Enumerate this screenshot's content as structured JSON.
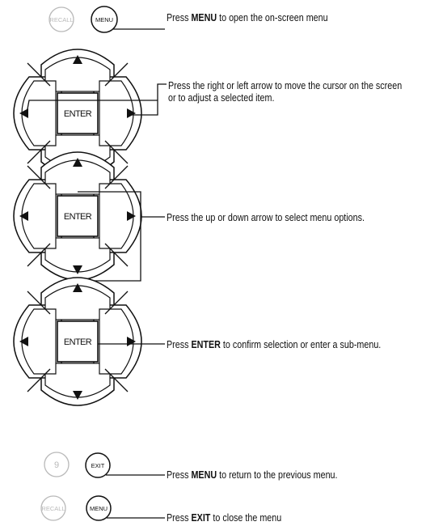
{
  "buttons": {
    "recall": "RECALL",
    "menu": "MENU",
    "enter": "ENTER",
    "exit": "EXIT",
    "nine": "9"
  },
  "instructions": {
    "menu_open": {
      "pre": "Press ",
      "key": "MENU",
      "post": " to open the on-screen menu"
    },
    "left_right": {
      "text": "Press the right or left arrow to move the cursor on the screen or to adjust a selected item."
    },
    "up_down": {
      "text": "Press the up or down arrow to select menu options."
    },
    "enter": {
      "pre": "Press ",
      "key": "ENTER",
      "post": " to confirm selection or enter a sub-menu."
    },
    "menu_return": {
      "pre": "Press ",
      "key": "MENU",
      "post": " to return to the previous menu."
    },
    "exit_close": {
      "pre": "Press ",
      "key": "EXIT",
      "post": " to close the menu"
    }
  },
  "colors": {
    "ink": "#111111",
    "grey_button": "#b9b9b9"
  }
}
